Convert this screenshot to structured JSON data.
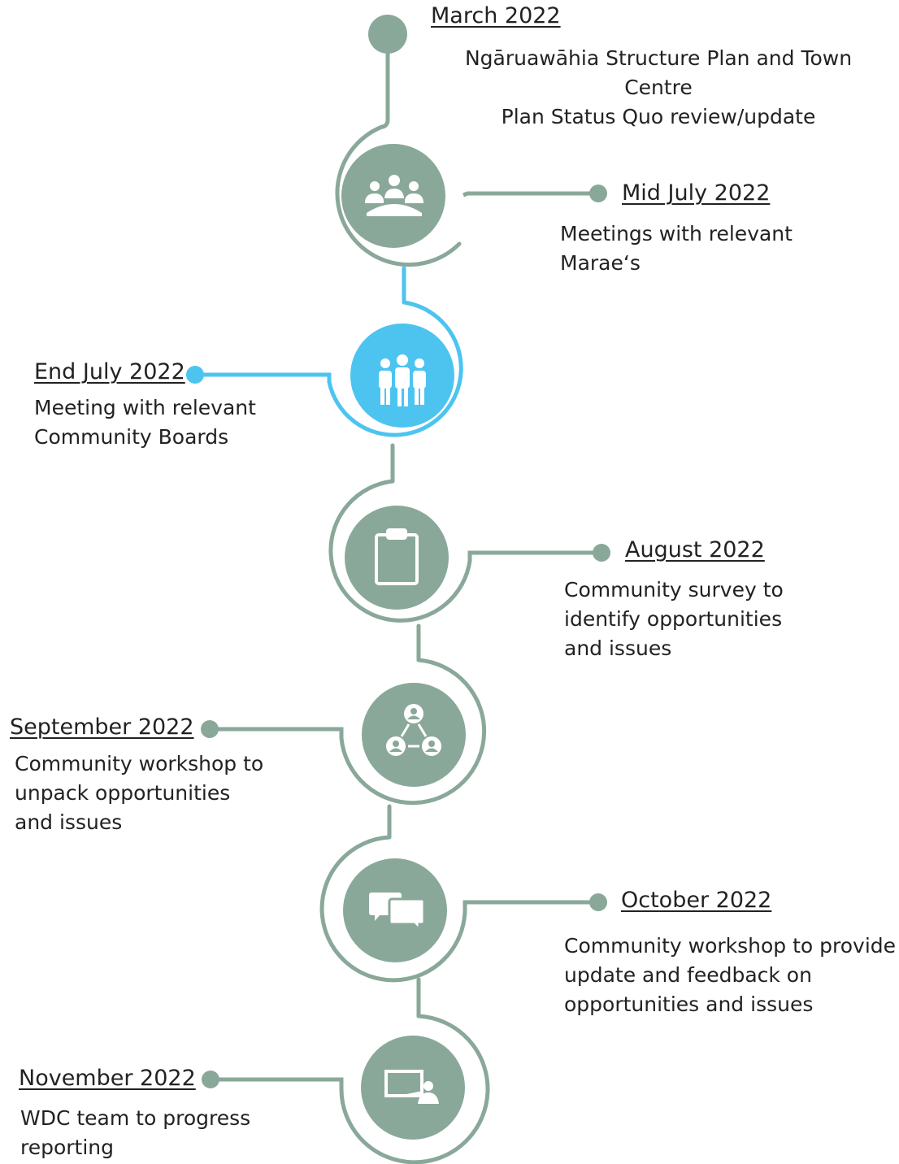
{
  "colors": {
    "sage": "#8aa899",
    "highlight": "#4dc4f0",
    "background": "#ffffff",
    "icon": "#ffffff"
  },
  "milestones": [
    {
      "title": "March 2022",
      "description": "Ngāruawāhia Structure Plan and Town Centre\nPlan Status Quo review/update",
      "icon": "location-pin-icon"
    },
    {
      "title": "Mid July 2022",
      "description": "Meetings with relevant\nMarae‘s",
      "icon": "meeting-table-icon"
    },
    {
      "title": "End July 2022",
      "description": "Meeting with relevant\nCommunity Boards",
      "icon": "people-group-icon",
      "highlighted": true
    },
    {
      "title": "August 2022",
      "description": "Community survey to\nidentify opportunities\nand issues",
      "icon": "clipboard-icon"
    },
    {
      "title": "September 2022",
      "description": "Community workshop to\nunpack opportunities\nand issues",
      "icon": "network-people-icon"
    },
    {
      "title": "October 2022",
      "description": "Community workshop to provide\nupdate and feedback on\nopportunities and issues",
      "icon": "chat-bubbles-icon"
    },
    {
      "title": "November 2022",
      "description": "WDC team to progress\nreporting",
      "icon": "presentation-icon"
    }
  ]
}
